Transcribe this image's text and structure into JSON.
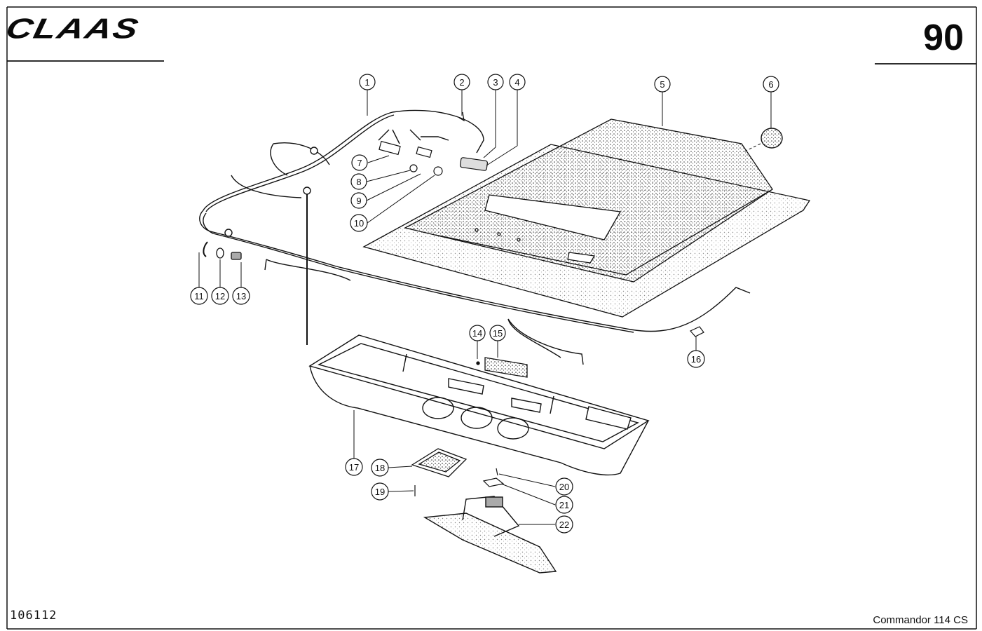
{
  "header": {
    "brand": "CLAAS",
    "page_number": "90"
  },
  "footer": {
    "drawing_number": "106112",
    "model": "Commandor 114 CS"
  },
  "callouts": [
    "1",
    "2",
    "3",
    "4",
    "5",
    "6",
    "7",
    "8",
    "9",
    "10",
    "11",
    "12",
    "13",
    "14",
    "15",
    "16",
    "17",
    "18",
    "19",
    "20",
    "21",
    "22"
  ]
}
